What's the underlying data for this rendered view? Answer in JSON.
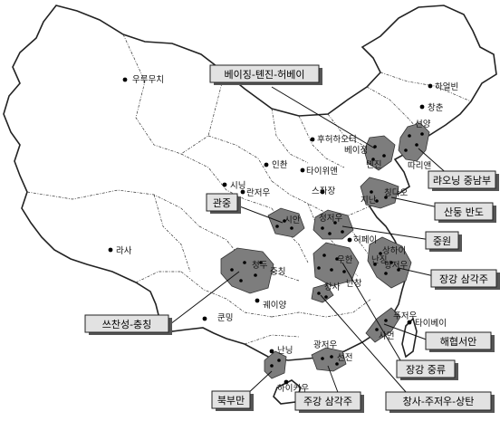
{
  "map": {
    "cities": [
      {
        "id": "urumqi",
        "name": "우루무치"
      },
      {
        "id": "harbin",
        "name": "하얼빈"
      },
      {
        "id": "changchun",
        "name": "창춘"
      },
      {
        "id": "shenyang",
        "name": "선양"
      },
      {
        "id": "dalian",
        "name": "따리앤"
      },
      {
        "id": "hohhot",
        "name": "후허하오터"
      },
      {
        "id": "beijing",
        "name": "베이징"
      },
      {
        "id": "tianjin",
        "name": "톈진"
      },
      {
        "id": "yinchuan",
        "name": "인촨"
      },
      {
        "id": "taiyuan",
        "name": "타이위앤"
      },
      {
        "id": "shijiazhuang",
        "name": "스좌장"
      },
      {
        "id": "jinan",
        "name": "지난"
      },
      {
        "id": "qingdao",
        "name": "칭다오"
      },
      {
        "id": "xining",
        "name": "시닝"
      },
      {
        "id": "lanzhou",
        "name": "란저우"
      },
      {
        "id": "xian",
        "name": "시안"
      },
      {
        "id": "zhengzhou",
        "name": "정저우"
      },
      {
        "id": "hefei",
        "name": "허페이"
      },
      {
        "id": "nanjing",
        "name": "난징"
      },
      {
        "id": "shanghai",
        "name": "상하이"
      },
      {
        "id": "hangzhou",
        "name": "항저우"
      },
      {
        "id": "lhasa",
        "name": "라사"
      },
      {
        "id": "chengdu",
        "name": "청두"
      },
      {
        "id": "chongqing",
        "name": "충칭"
      },
      {
        "id": "wuhan",
        "name": "우한"
      },
      {
        "id": "changsha",
        "name": "창사"
      },
      {
        "id": "nanchang",
        "name": "난창"
      },
      {
        "id": "guiyang",
        "name": "궤이양"
      },
      {
        "id": "kunming",
        "name": "쿤밍"
      },
      {
        "id": "fuzhou",
        "name": "푸저우"
      },
      {
        "id": "taipei",
        "name": "타이베이"
      },
      {
        "id": "xiamen",
        "name": "샤먼"
      },
      {
        "id": "nanning",
        "name": "난닝"
      },
      {
        "id": "guangzhou",
        "name": "광저우"
      },
      {
        "id": "shenzhen",
        "name": "선전"
      },
      {
        "id": "haikou",
        "name": "하이커우"
      }
    ],
    "regions": [
      {
        "id": "jingjinji",
        "name": "베이징-톈진-허베이"
      },
      {
        "id": "liaoning",
        "name": "랴오닝 중남부"
      },
      {
        "id": "shandong",
        "name": "산둥 반도"
      },
      {
        "id": "guanzhong",
        "name": "관중"
      },
      {
        "id": "zhongyuan",
        "name": "중원"
      },
      {
        "id": "yangtze_delta",
        "name": "장강 삼각주"
      },
      {
        "id": "chengyu",
        "name": "쓰찬성-충칭"
      },
      {
        "id": "strait",
        "name": "해협서안"
      },
      {
        "id": "yangtze_mid",
        "name": "장강 중류"
      },
      {
        "id": "changzhutan",
        "name": "창사-주저우-상탄"
      },
      {
        "id": "beibu",
        "name": "북부만"
      },
      {
        "id": "pearl_delta",
        "name": "주강 삼각주"
      }
    ]
  }
}
